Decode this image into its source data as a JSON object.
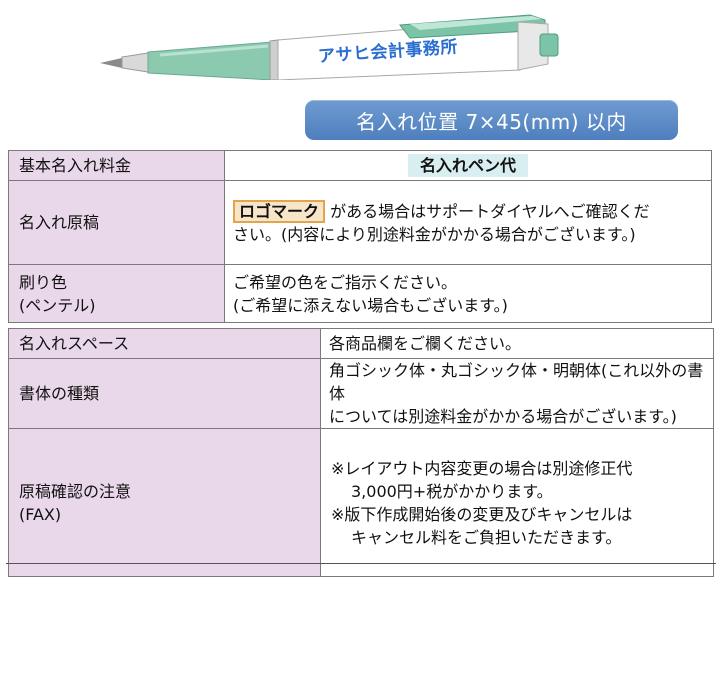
{
  "pen": {
    "imprint_text": "アサヒ会計事務所",
    "imprint_area_label": "名入れ位置 7×45(mm) 以内",
    "colors": {
      "grip": "#8ccab0",
      "body": "#ffffff",
      "clip": "#7cc4a8",
      "badge": "#5a89c4"
    }
  },
  "table1": {
    "rows": [
      {
        "label": "基本名入れ料金",
        "value": "名入れペン代"
      },
      {
        "label": "名入れ原稿",
        "highlight": "ロゴマーク",
        "line1_rest": "がある場合はサポートダイヤルへご確認くだ",
        "line2": "さい。(内容により別途料金がかかる場合がございます。)"
      },
      {
        "label_line1": "刷り色",
        "label_line2": "(ペンテル)",
        "line1": "ご希望の色をご指示ください。",
        "line2": "(ご希望に添えない場合もございます。)"
      }
    ]
  },
  "table2": {
    "rows": [
      {
        "label": "名入れスペース",
        "value": "各商品欄をご欄ください。"
      },
      {
        "label": "書体の種類",
        "line1": "角ゴシック体・丸ゴシック体・明朝体(これ以外の書体",
        "line2": "については別途料金がかかる場合がございます。)"
      },
      {
        "label_line1": "原稿確認の注意",
        "label_line2": "(FAX)",
        "note1_a": "※レイアウト内容変更の場合は別途修正代",
        "note1_b": "3,000円+税がかかります。",
        "note2_a": "※版下作成開始後の変更及びキャンセルは",
        "note2_b": "キャンセル料をご負担いただきます。"
      }
    ]
  },
  "colors": {
    "label_bg": "#e9d7ea",
    "cost_bg": "#d9eef0",
    "highlight_border": "#e2a54a"
  }
}
